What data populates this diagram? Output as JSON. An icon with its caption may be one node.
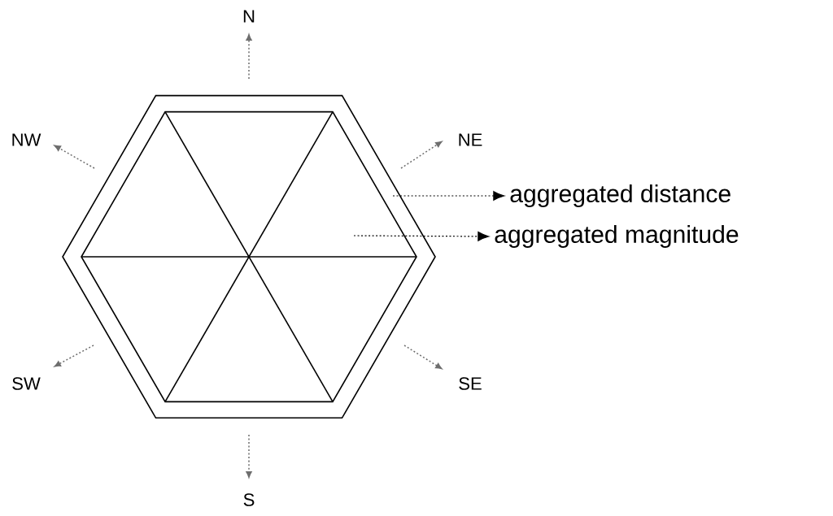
{
  "diagram": {
    "nodes": [
      {
        "text": [
          "aggregated distance"
        ]
      },
      {
        "text": [
          "aggregated magnitude"
        ]
      },
      {
        "text": [],
        "shape": "hexagon"
      },
      {
        "text": [],
        "shape": "hexagon",
        "in": 2
      }
    ],
    "edges": [
      {
        "from": 2,
        "to": 0,
        "arrow": "to",
        "style": "dashed"
      },
      {
        "from": 3,
        "to": 1,
        "arrow": "to",
        "style": "dashed"
      }
    ],
    "labels": [
      "N",
      "NW",
      "NE",
      "SW",
      "SE",
      "S"
    ]
  }
}
